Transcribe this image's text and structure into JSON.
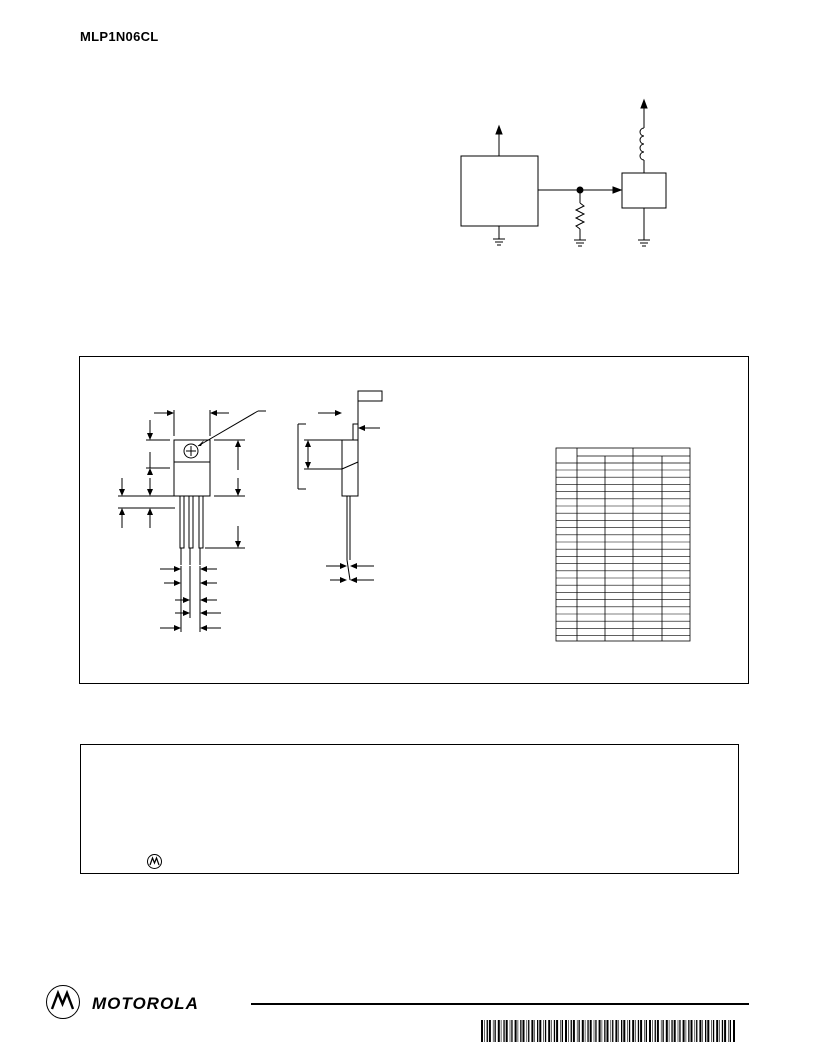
{
  "header": {
    "part_number": "MLP1N06CL"
  },
  "footer": {
    "brand": "MOTOROLA",
    "logo": "motorola-batwing-logo"
  },
  "icons": {
    "small_logo": "motorola-batwing-logo"
  }
}
